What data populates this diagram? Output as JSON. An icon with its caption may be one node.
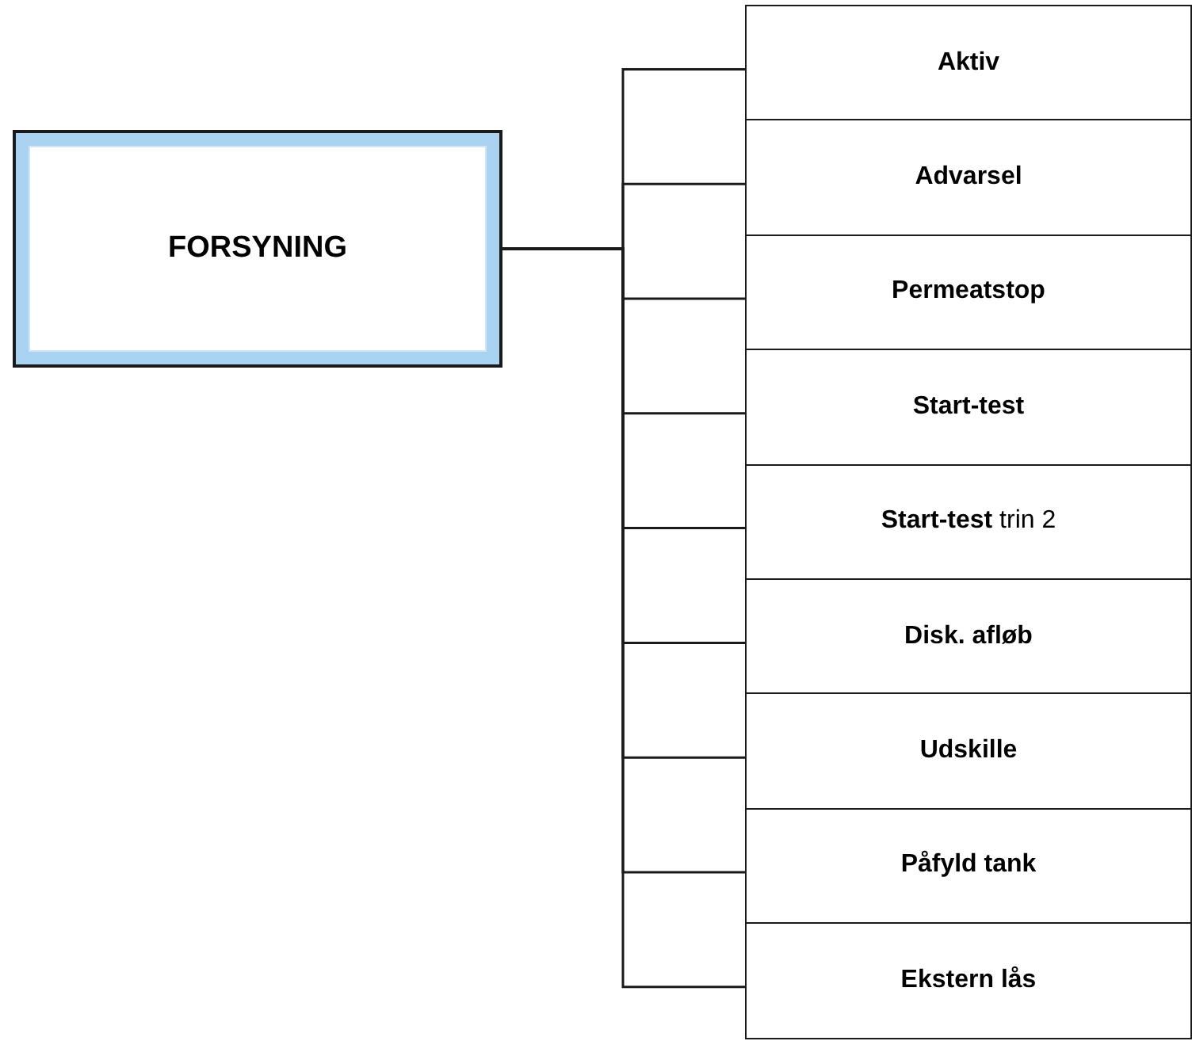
{
  "diagram": {
    "nodes": [
      {
        "text": [
          "FORSYNING"
        ]
      },
      {
        "text": [
          "Aktiv"
        ]
      },
      {
        "text": [
          "Advarsel"
        ]
      },
      {
        "text": [
          "Permeatstop"
        ]
      },
      {
        "text": [
          "Start-test"
        ]
      },
      {
        "text": [
          "**Start-test** trin 2"
        ]
      },
      {
        "text": [
          "Disk. afløb"
        ]
      },
      {
        "text": [
          "Udskille"
        ]
      },
      {
        "text": [
          "Påfyld tank"
        ]
      },
      {
        "text": [
          "Ekstern lås"
        ]
      }
    ],
    "edges": [
      {
        "from": 0,
        "to": 1,
        "arrow": "none"
      },
      {
        "from": 0,
        "to": 2,
        "arrow": "none"
      },
      {
        "from": 0,
        "to": 3,
        "arrow": "none"
      },
      {
        "from": 0,
        "to": 4,
        "arrow": "none"
      },
      {
        "from": 0,
        "to": 5,
        "arrow": "none"
      },
      {
        "from": 0,
        "to": 6,
        "arrow": "none"
      },
      {
        "from": 0,
        "to": 7,
        "arrow": "none"
      },
      {
        "from": 0,
        "to": 8,
        "arrow": "none"
      },
      {
        "from": 0,
        "to": 9,
        "arrow": "none"
      }
    ]
  }
}
